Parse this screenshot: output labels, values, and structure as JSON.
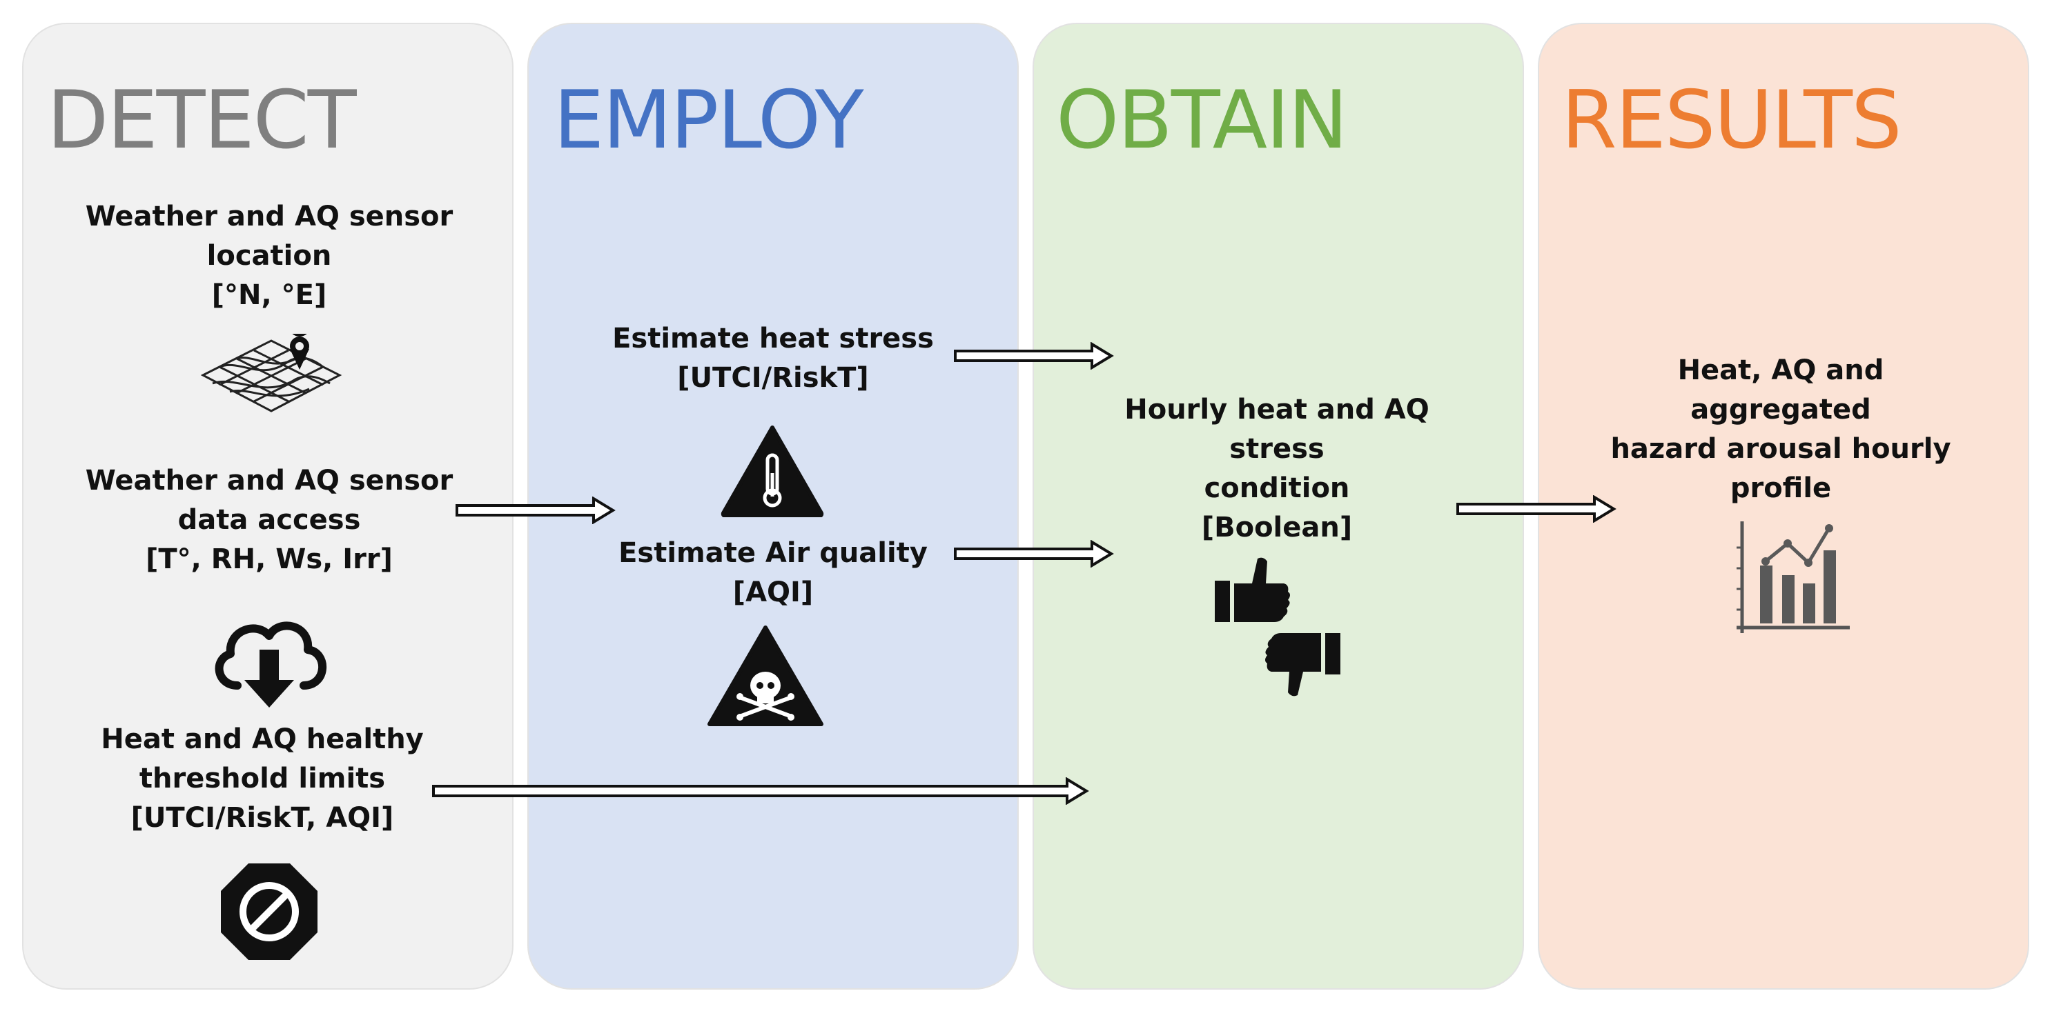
{
  "colors": {
    "detect": "#7f7f7f",
    "employ": "#4472c4",
    "obtain": "#70ad47",
    "results": "#ed7d31"
  },
  "columns": {
    "detect": {
      "heading": "DETECT",
      "items": [
        {
          "lines": [
            "Weather and AQ sensor",
            "location",
            "[°N, °E]"
          ],
          "icon": "map-pin-icon"
        },
        {
          "lines": [
            "Weather and AQ sensor",
            "data access",
            "[T°, RH, Ws, Irr]"
          ],
          "icon": "cloud-download-icon"
        },
        {
          "lines": [
            "Heat and AQ healthy",
            "threshold limits",
            "[UTCI/RiskT, AQI]"
          ],
          "icon": "prohibited-octagon-icon"
        }
      ]
    },
    "employ": {
      "heading": "EMPLOY",
      "items": [
        {
          "lines": [
            "Estimate heat stress",
            "[UTCI/RiskT]"
          ],
          "icon": "thermometer-warning-icon"
        },
        {
          "lines": [
            "Estimate Air quality",
            "[AQI]"
          ],
          "icon": "skull-warning-icon"
        }
      ]
    },
    "obtain": {
      "heading": "OBTAIN",
      "items": [
        {
          "lines": [
            "Hourly heat and AQ stress",
            "condition",
            "[Boolean]"
          ],
          "icon": "thumbs-up-down-icon"
        }
      ]
    },
    "results": {
      "heading": "RESULTS",
      "items": [
        {
          "lines": [
            "Heat, AQ and aggregated",
            "hazard arousal hourly",
            "profile"
          ],
          "icon": "bar-line-chart-icon"
        }
      ]
    }
  }
}
